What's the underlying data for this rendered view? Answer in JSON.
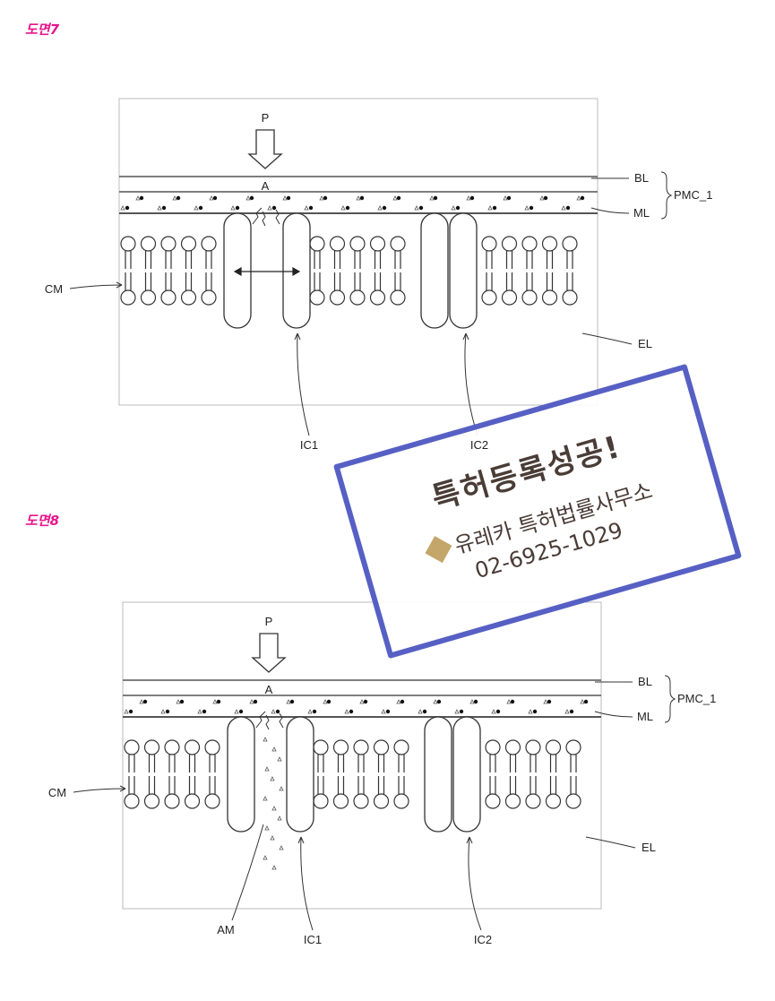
{
  "figures": [
    {
      "title": "도면7",
      "labels": {
        "P": "P",
        "A": "A",
        "BL": "BL",
        "ML": "ML",
        "PMC": "PMC_1",
        "CM": "CM",
        "EL": "EL",
        "IC1": "IC1",
        "IC2": "IC2"
      }
    },
    {
      "title": "도면8",
      "labels": {
        "P": "P",
        "A": "A",
        "BL": "BL",
        "ML": "ML",
        "PMC": "PMC_1",
        "CM": "CM",
        "EL": "EL",
        "IC1": "IC1",
        "IC2": "IC2",
        "AM": "AM"
      }
    }
  ],
  "stamp": {
    "headline": "특허등록성공!",
    "firm": "유레카 특허법률사무소",
    "phone": "02-6925-1029",
    "border_color": "#5660c4",
    "text_color": "#4a3c36"
  },
  "colors": {
    "figure_title": "#e8148c"
  }
}
